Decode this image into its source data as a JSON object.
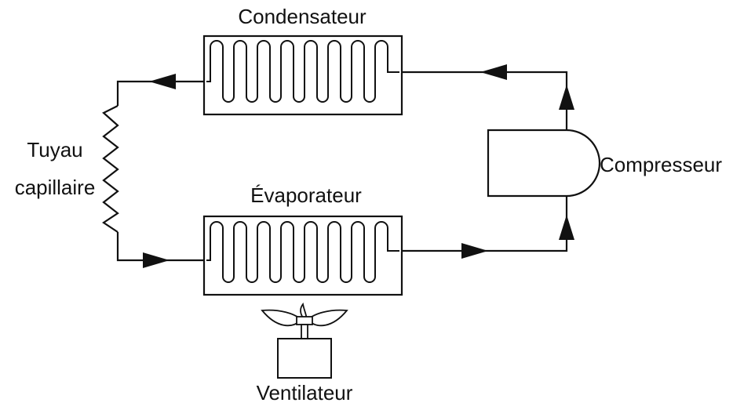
{
  "labels": {
    "condenser": "Condensateur",
    "evaporator": "Évaporateur",
    "compressor": "Compresseur",
    "capillary_line1": "Tuyau",
    "capillary_line2": "capillaire",
    "fan": "Ventilateur"
  },
  "colors": {
    "stroke": "#111111",
    "background": "#ffffff"
  }
}
